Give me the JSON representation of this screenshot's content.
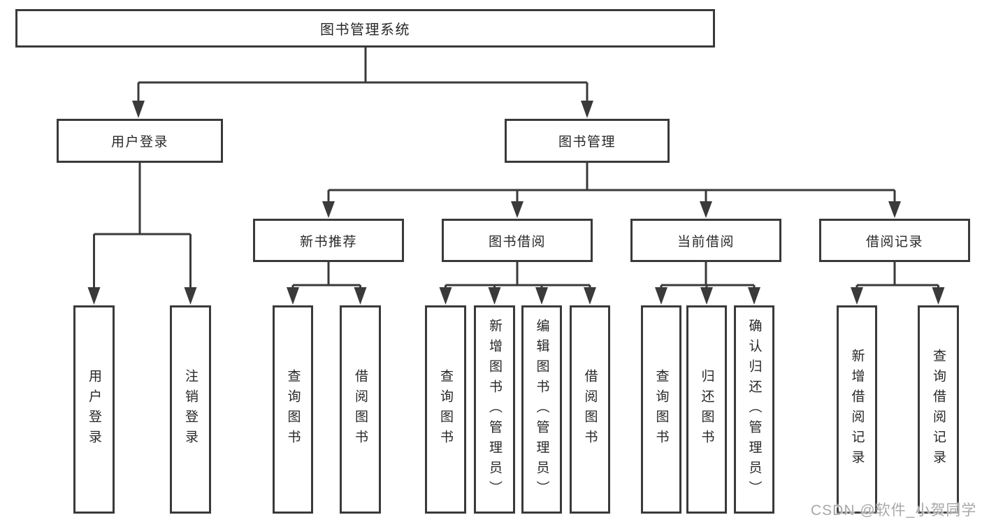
{
  "diagram_type": "functional-structure-tree",
  "tree": {
    "label": "图书管理系统",
    "children": [
      {
        "label": "用户登录",
        "children": [
          {
            "label": "用户登录"
          },
          {
            "label": "注销登录"
          }
        ]
      },
      {
        "label": "图书管理",
        "children": [
          {
            "label": "新书推荐",
            "children": [
              {
                "label": "查询图书"
              },
              {
                "label": "借阅图书"
              }
            ]
          },
          {
            "label": "图书借阅",
            "children": [
              {
                "label": "查询图书"
              },
              {
                "label": "新增图书（管理员）"
              },
              {
                "label": "编辑图书（管理员）"
              },
              {
                "label": "借阅图书"
              }
            ]
          },
          {
            "label": "当前借阅",
            "children": [
              {
                "label": "查询图书"
              },
              {
                "label": "归还图书"
              },
              {
                "label": "确认归还（管理员）"
              }
            ]
          },
          {
            "label": "借阅记录",
            "children": [
              {
                "label": "新增借阅记录"
              },
              {
                "label": "查询借阅记录"
              }
            ]
          }
        ]
      }
    ]
  },
  "watermark": {
    "text": "CSDN @软件_小贺同学"
  },
  "colors": {
    "line": "#3a3a3a",
    "box_border": "#3a3a3a",
    "text": "#282828",
    "watermark": "#a8a8a8",
    "background": "#ffffff"
  }
}
